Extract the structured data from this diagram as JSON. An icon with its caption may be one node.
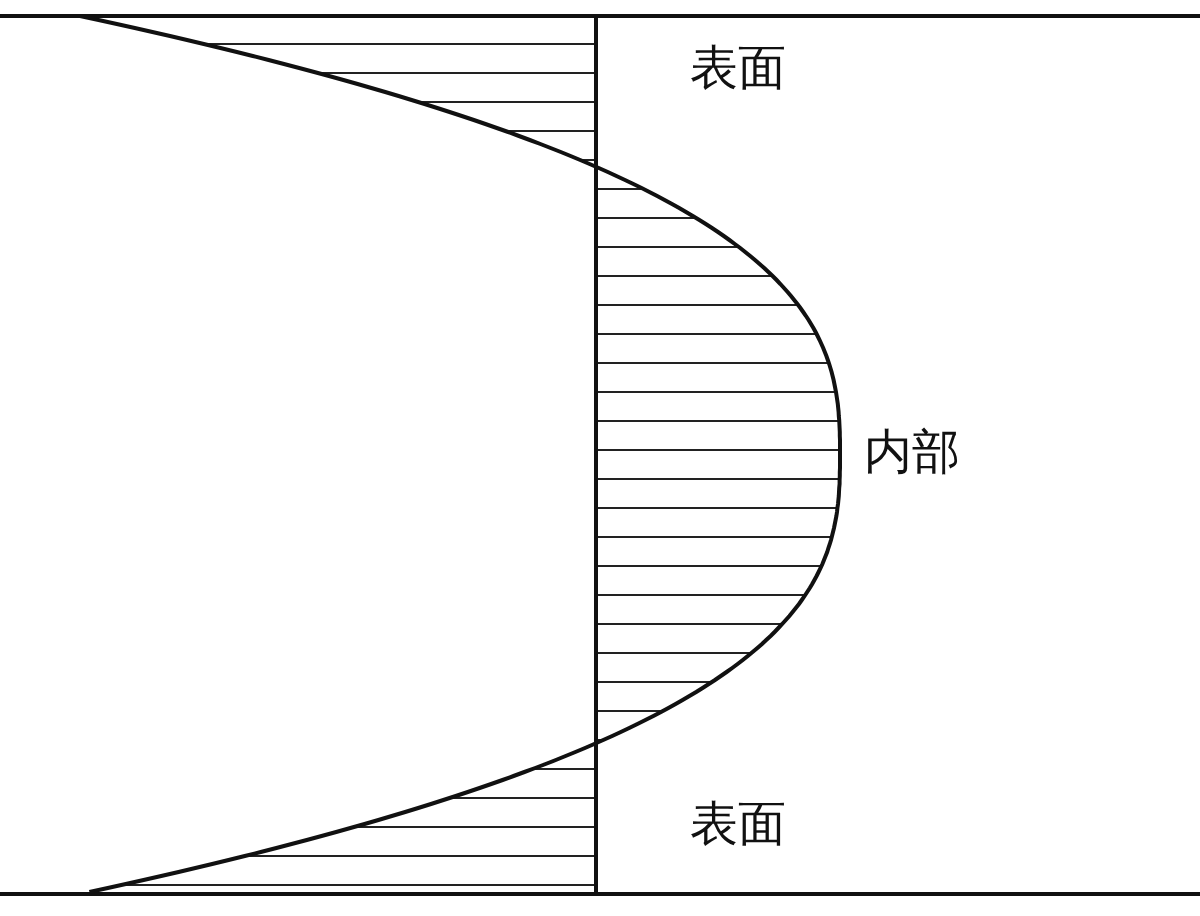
{
  "diagram": {
    "labels": [
      "表面",
      "内部",
      "表面"
    ]
  }
}
